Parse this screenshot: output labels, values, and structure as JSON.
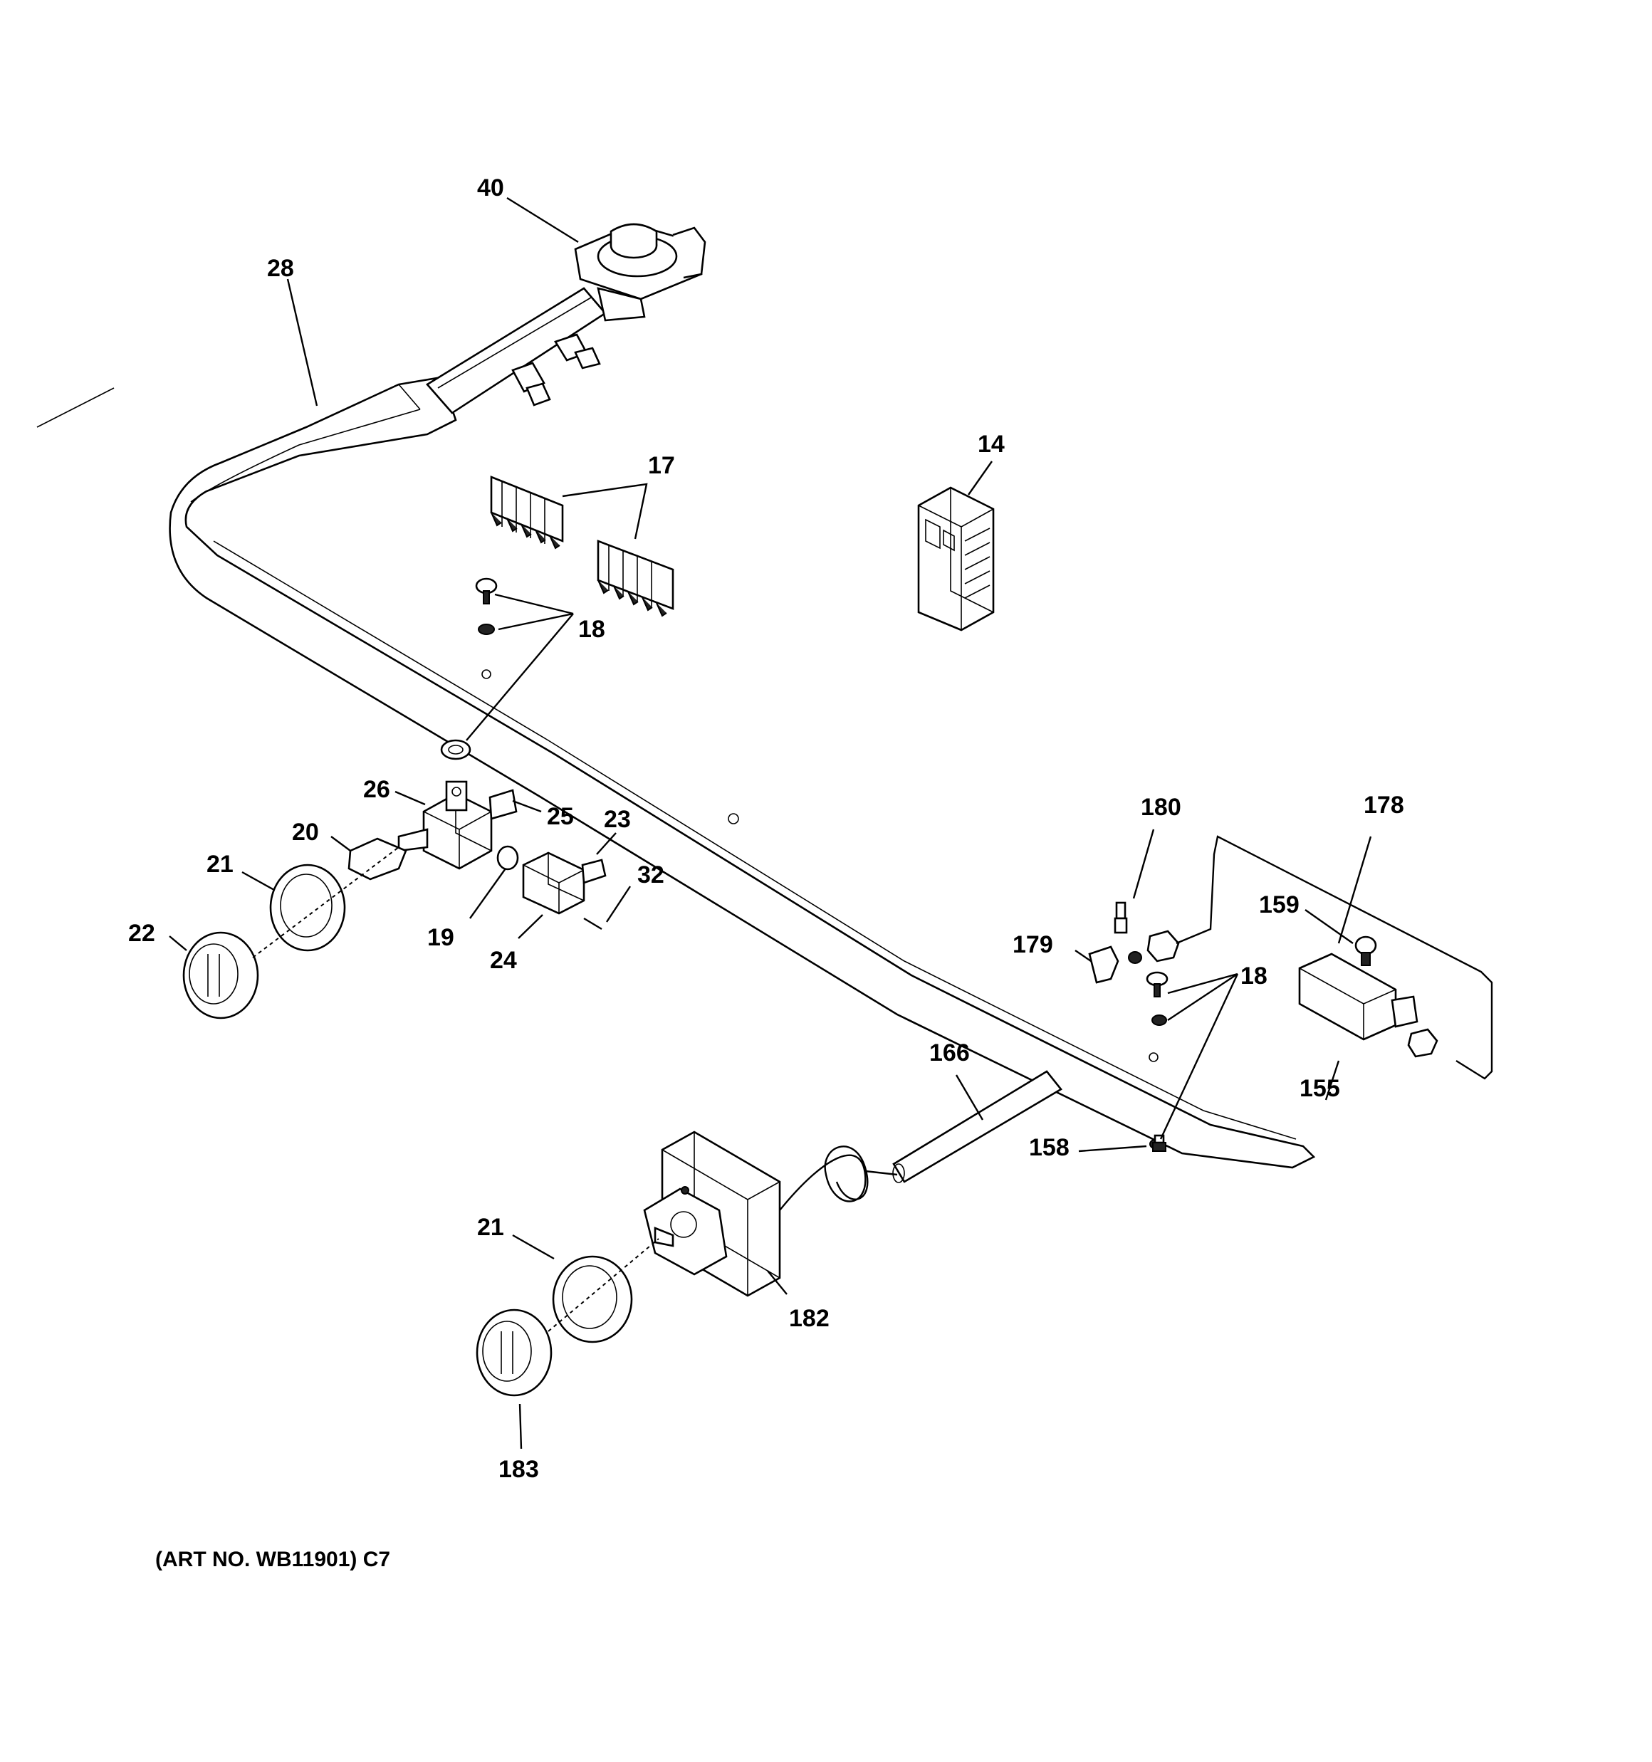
{
  "callouts": {
    "c40": "40",
    "c28": "28",
    "c17": "17",
    "c14": "14",
    "c18a": "18",
    "c26": "26",
    "c25": "25",
    "c23": "23",
    "c20": "20",
    "c21a": "21",
    "c22": "22",
    "c19": "19",
    "c24": "24",
    "c32": "32",
    "c180": "180",
    "c178": "178",
    "c159": "159",
    "c179": "179",
    "c18b": "18",
    "c155": "155",
    "c166": "166",
    "c158": "158",
    "c21b": "21",
    "c182": "182",
    "c183": "183"
  },
  "caption": "(ART NO. WB11901) C7",
  "colors": {
    "ink": "#000000",
    "paper": "#ffffff"
  }
}
